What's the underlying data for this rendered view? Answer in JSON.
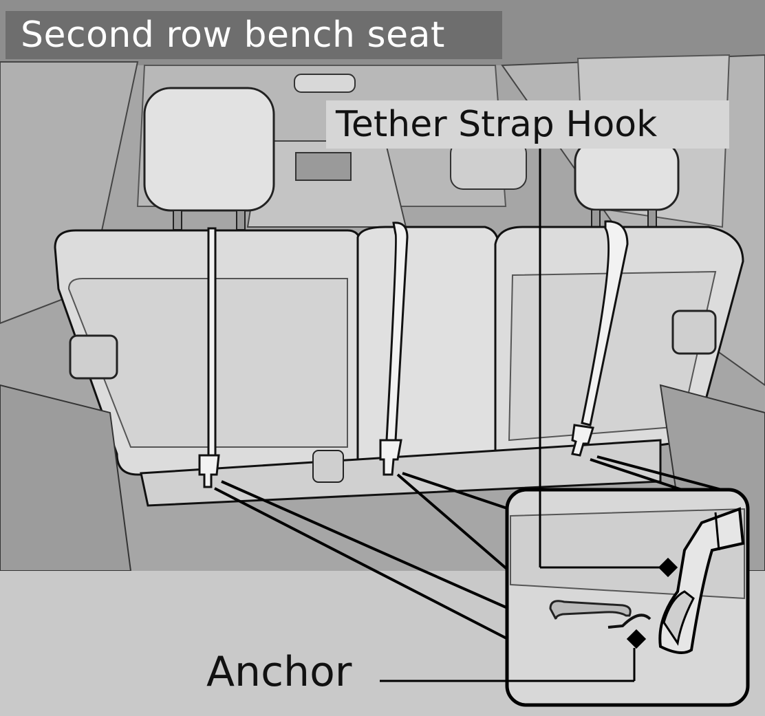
{
  "title": "Second row bench seat",
  "labels": {
    "tether_strap_hook": "Tether Strap Hook",
    "anchor": "Anchor"
  },
  "colors": {
    "title_bg": "#6e6e6e",
    "floor": "#c9c9c9",
    "seat": "#dedede",
    "outline": "#000000"
  }
}
